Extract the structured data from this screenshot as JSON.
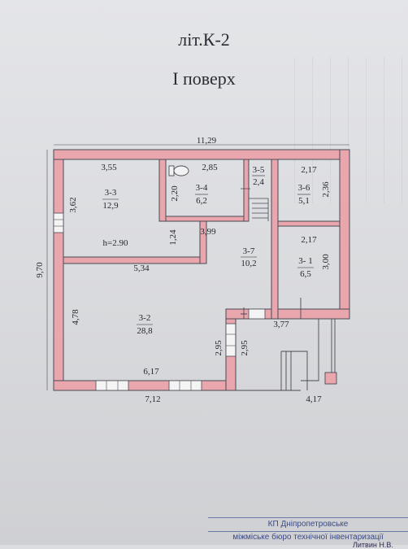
{
  "header": {
    "line1": "літ.К-2",
    "line2": "I  поверх"
  },
  "dimensions": {
    "total_width": "11,29",
    "total_height": "9,70",
    "bottom_left": "7,12",
    "bottom_right": "4,17",
    "room_3_3_width": "3,55",
    "room_3_3_height": "3,62",
    "room_3_4_width": "2,85",
    "room_3_4_height": "2,20",
    "room_3_6_width": "2,17",
    "room_3_6_height": "2,36",
    "corridor_top": "3,99",
    "corridor_side": "1,24",
    "room_3_1_width": "2,17",
    "room_3_1_height": "3,00",
    "room_3_2_top": "5,34",
    "room_3_2_left": "4,78",
    "room_3_2_bottom": "6,17",
    "step_a": "2,95",
    "step_b": "2,95",
    "porch_width": "3,77"
  },
  "rooms": [
    {
      "id": "3-3",
      "area": "12,9"
    },
    {
      "id": "3-4",
      "area": "6,2"
    },
    {
      "id": "3-5",
      "area": "2,4"
    },
    {
      "id": "3-6",
      "area": "5,1"
    },
    {
      "id": "3-7",
      "area": "10,2"
    },
    {
      "id": "3- 1",
      "area": "6,5"
    },
    {
      "id": "3-2",
      "area": "28,8"
    }
  ],
  "ceiling_height": "h=2.90",
  "stamp": {
    "org_line1": "КП Дніпропетровське",
    "org_line2": "міжміське бюро технічної інвентаризації",
    "signature": "Литвин Н.В."
  },
  "colors": {
    "wall_fill": "#e9a7ad",
    "wall_stroke": "#4a4a55",
    "ink": "#262830"
  }
}
